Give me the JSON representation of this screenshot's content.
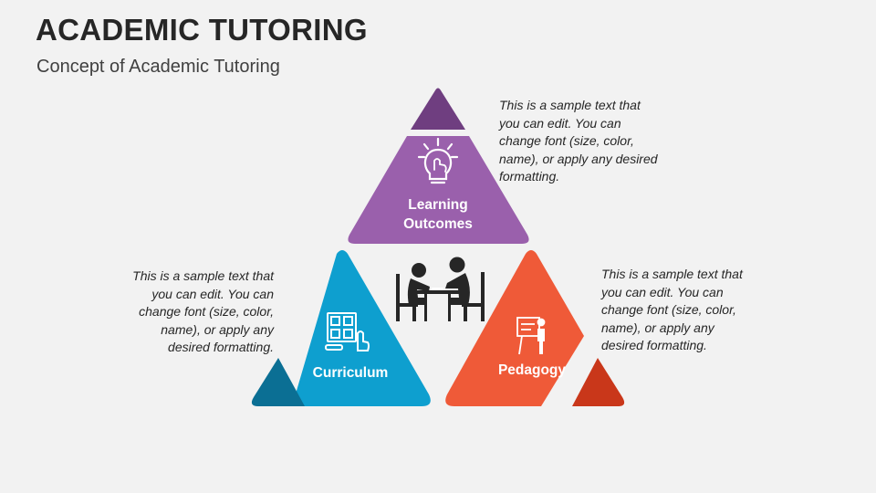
{
  "header": {
    "title": "ACADEMIC TUTORING",
    "subtitle": "Concept of Academic Tutoring"
  },
  "colors": {
    "purple": "#9a60ac",
    "purple_dark": "#6f3e80",
    "blue": "#0e9fcf",
    "blue_dark": "#0b6f94",
    "orange": "#ef5a38",
    "orange_dark": "#c9371a"
  },
  "segments": {
    "top": {
      "label_line1": "Learning",
      "label_line2": "Outcomes",
      "icon": "lightbulb-hand-icon",
      "description": "This is a sample text that you can edit. You can change font (size, color, name), or apply any desired formatting."
    },
    "left": {
      "label": "Curriculum",
      "icon": "curriculum-board-icon",
      "description": "This is a sample text that you can edit. You can change font (size, color, name), or apply any desired formatting."
    },
    "right": {
      "label": "Pedagogy",
      "icon": "teacher-board-icon",
      "description": "This is a sample text that you can edit. You can change font (size, color, name), or apply any desired formatting."
    },
    "center": {
      "icon": "tutoring-session-icon"
    }
  }
}
